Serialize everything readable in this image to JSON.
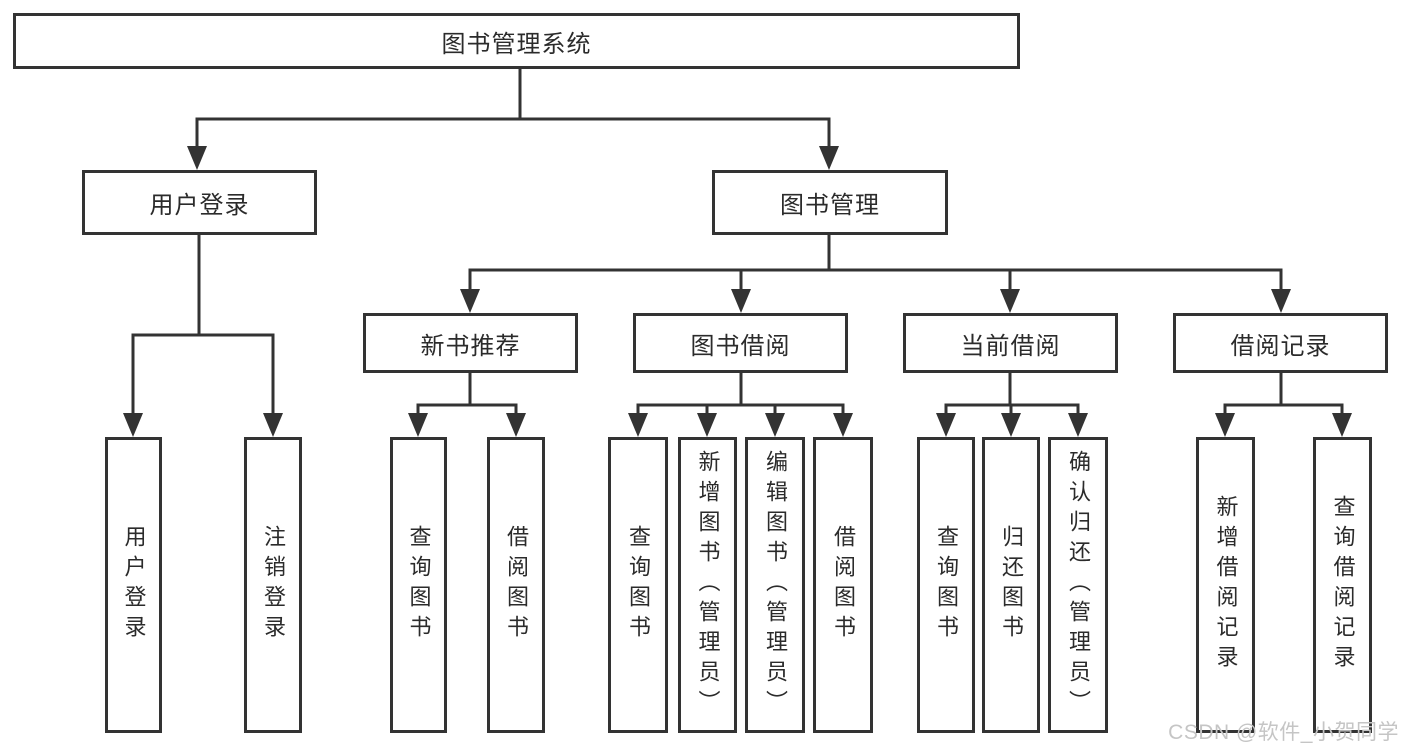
{
  "tree": {
    "label": "图书管理系统",
    "children": [
      {
        "label": "用户登录",
        "children": [
          {
            "label": "用户登录"
          },
          {
            "label": "注销登录"
          }
        ]
      },
      {
        "label": "图书管理",
        "children": [
          {
            "label": "新书推荐",
            "children": [
              {
                "label": "查询图书"
              },
              {
                "label": "借阅图书"
              }
            ]
          },
          {
            "label": "图书借阅",
            "children": [
              {
                "label": "查询图书"
              },
              {
                "label": "新增图书（管理员）"
              },
              {
                "label": "编辑图书（管理员）"
              },
              {
                "label": "借阅图书"
              }
            ]
          },
          {
            "label": "当前借阅",
            "children": [
              {
                "label": "查询图书"
              },
              {
                "label": "归还图书"
              },
              {
                "label": "确认归还（管理员）"
              }
            ]
          },
          {
            "label": "借阅记录",
            "children": [
              {
                "label": "新增借阅记录"
              },
              {
                "label": "查询借阅记录"
              }
            ]
          }
        ]
      }
    ]
  },
  "watermark": "CSDN @软件_小贺同学",
  "colors": {
    "line": "#333333",
    "text": "#2b2b2b",
    "watermark": "#c5c5c5",
    "canvas": "#ffffff"
  }
}
